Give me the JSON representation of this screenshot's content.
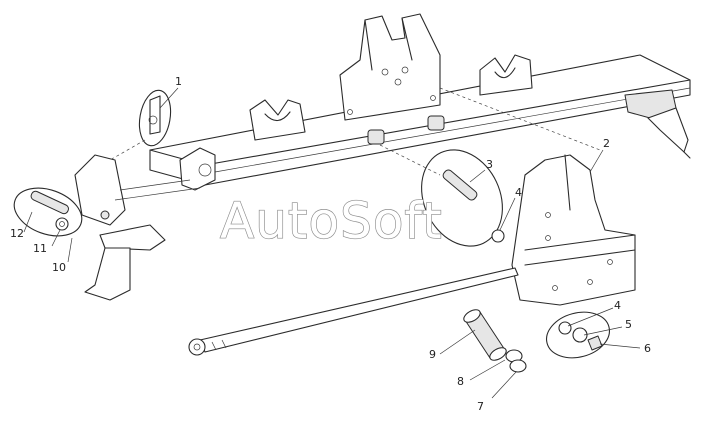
{
  "watermark": "AutoSoft",
  "callouts": [
    "1",
    "2",
    "3",
    "4",
    "4",
    "5",
    "6",
    "7",
    "8",
    "9",
    "10",
    "11",
    "12"
  ]
}
